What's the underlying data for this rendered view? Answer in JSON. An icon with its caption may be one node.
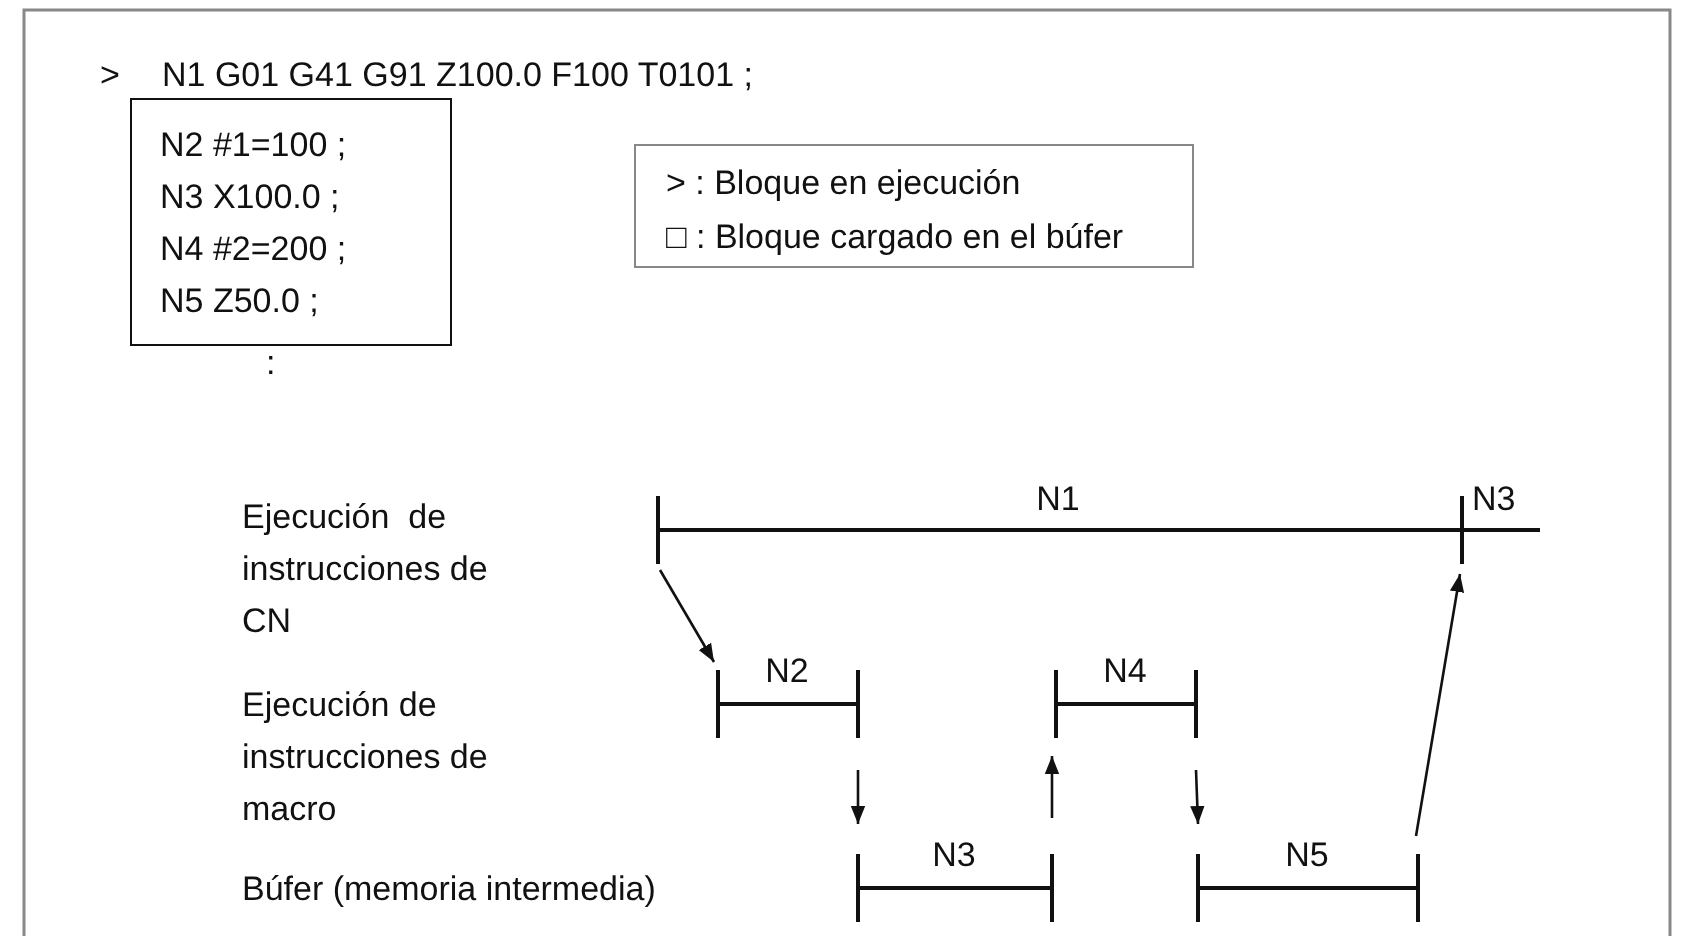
{
  "diagram": {
    "nodes": [
      {
        "text": [
          "N2 #1=100 ;",
          "N3 X100.0 ;",
          "N4 #2=200 ;",
          "N5 Z50.0 ;"
        ],
        "beside": [
          ":"
        ]
      },
      {
        "text": [
          "> : Bloque en ejecución",
          "□ : Bloque cargado en el búfer"
        ]
      },
      {
        "text": [
          "N1"
        ]
      },
      {
        "text": [
          "N3"
        ]
      },
      {
        "text": [
          "N2"
        ]
      },
      {
        "text": [
          "N4"
        ]
      },
      {
        "text": [
          "N3"
        ]
      },
      {
        "text": [
          "N5"
        ]
      }
    ],
    "edges": [
      {
        "from": 2,
        "to": 4,
        "arrow": "to"
      },
      {
        "from": 4,
        "to": 6,
        "arrow": "to"
      },
      {
        "from": 6,
        "to": 5,
        "arrow": "to"
      },
      {
        "from": 5,
        "to": 7,
        "arrow": "to"
      },
      {
        "from": 7,
        "to": 3,
        "arrow": "to"
      }
    ],
    "labels": [
      ">",
      "N1 G01 G41 G91 Z100.0 F100 T0101 ;",
      "Ejecución  de instrucciones de CN",
      "Ejecución de instrucciones de macro",
      "Búfer (memoria intermedia)"
    ]
  }
}
